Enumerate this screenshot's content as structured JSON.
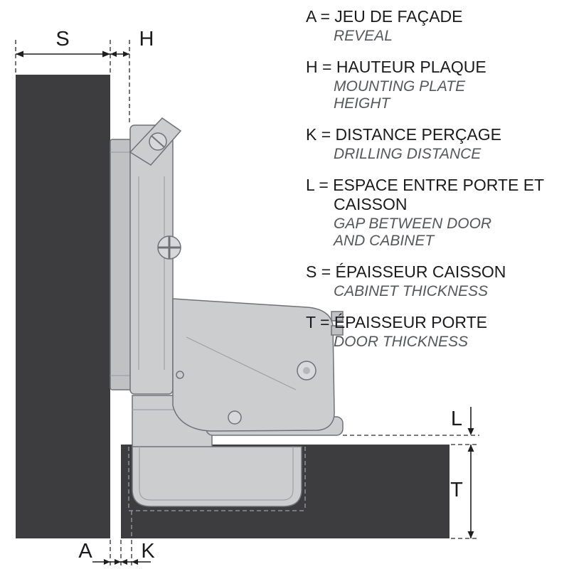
{
  "diagram": {
    "dimension_labels": {
      "s": "S",
      "h": "H",
      "a": "A",
      "k": "K",
      "l": "L",
      "t": "T"
    },
    "colors": {
      "panel": "#3d3d3f",
      "hinge_body": "#cbcdcf",
      "hinge_plate": "#bfc1c3",
      "hinge_detail": "#d6d8da",
      "outline": "#6f7276",
      "dimension_line": "#1f1f1f"
    }
  },
  "legend": {
    "items": [
      {
        "fr": "A = JEU DE FAÇADE",
        "en": "REVEAL"
      },
      {
        "fr": "H = HAUTEUR PLAQUE",
        "en": "MOUNTING PLATE HEIGHT"
      },
      {
        "fr": "K = DISTANCE PERÇAGE",
        "en": "DRILLING DISTANCE"
      },
      {
        "fr": "L = ESPACE ENTRE PORTE ET CAISSON",
        "en": "GAP BETWEEN DOOR AND CABINET"
      },
      {
        "fr": "S = ÉPAISSEUR CAISSON",
        "en": "CABINET THICKNESS"
      },
      {
        "fr": "T = ÉPAISSEUR PORTE",
        "en": "DOOR THICKNESS"
      }
    ]
  }
}
